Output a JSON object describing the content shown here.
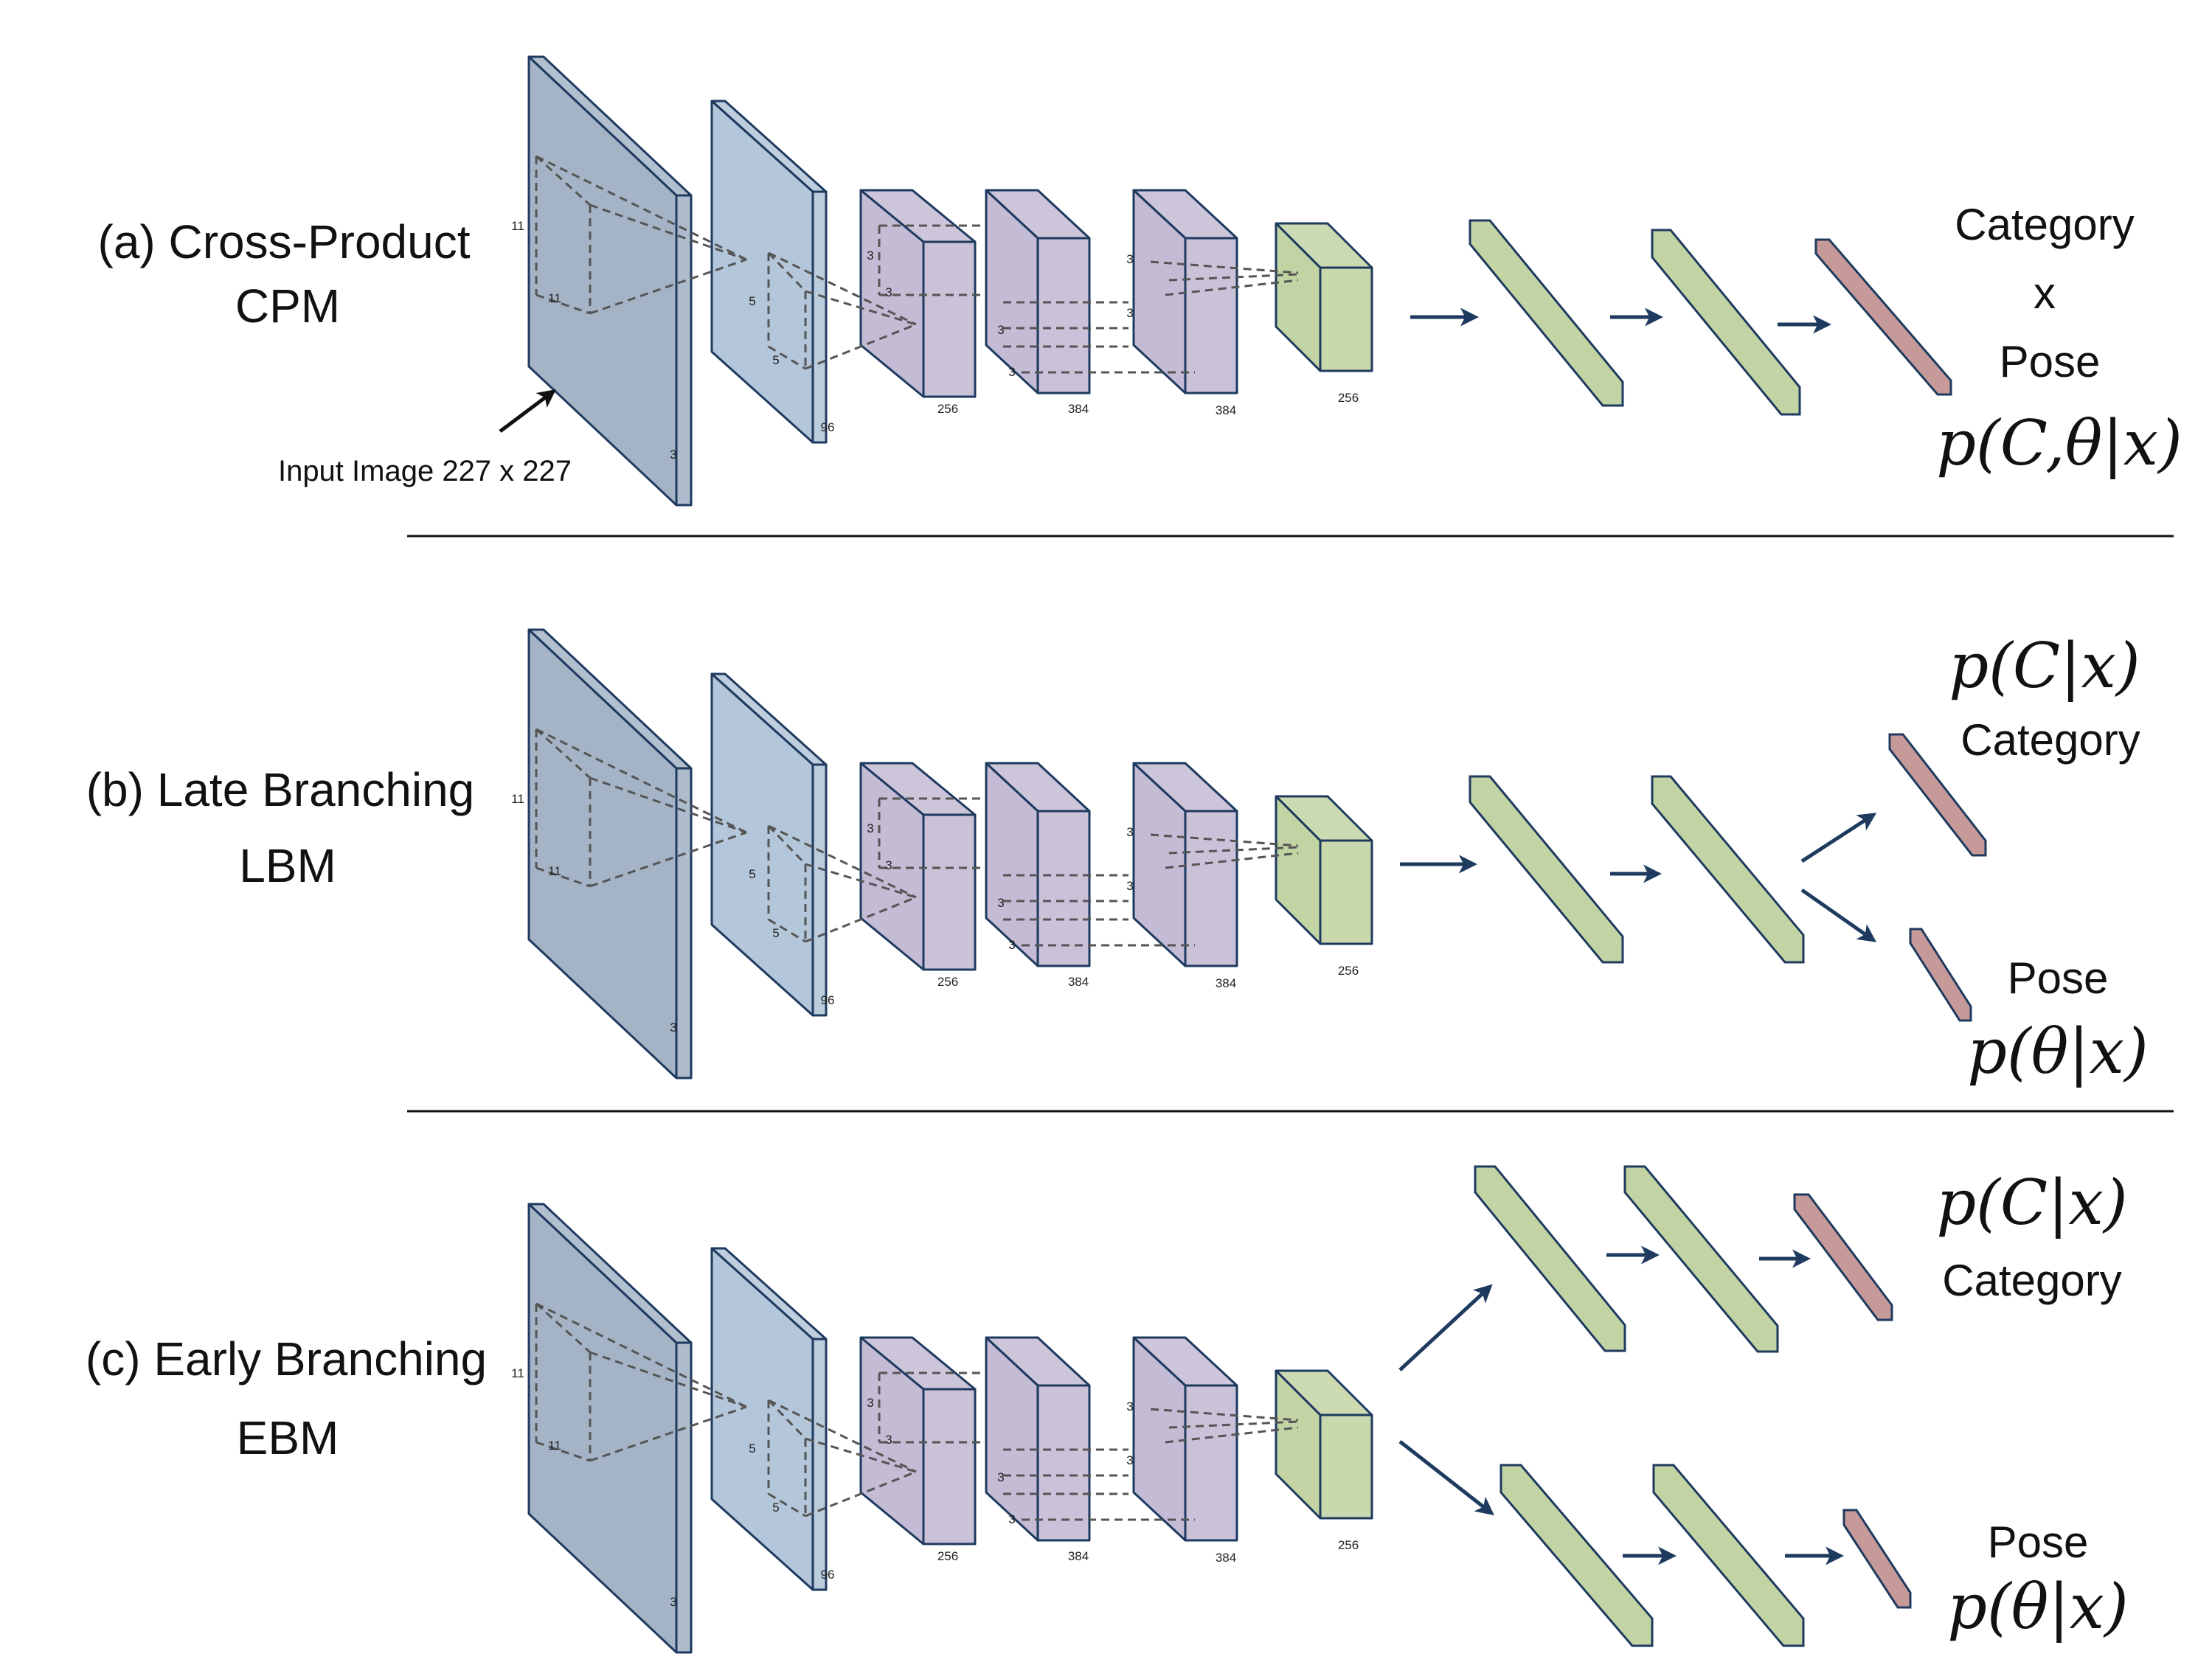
{
  "diagram": {
    "input_caption": "Input Image 227 x 227",
    "layer_dims": {
      "conv1_kernel": "11",
      "conv1_depth": "3",
      "conv2_kernel": "5",
      "conv2_depth": "96",
      "conv3_kernel": "3",
      "conv3_depth": "256",
      "conv4_kernel": "3",
      "conv4_depth": "384",
      "conv5_kernel": "3",
      "conv5_depth": "384",
      "pool_depth": "256"
    },
    "colors": {
      "conv1": "#a4b4c6",
      "conv2": "#b4c6d9",
      "purple": "#c4bbd4",
      "green": "#c3d4a4",
      "output": "#c79a9a",
      "outline": "#1e3a5f",
      "arrow": "#1e3a5f"
    },
    "rows": [
      {
        "id": "cpm",
        "title": "(a) Cross-Product",
        "abbr": "CPM",
        "outputs": {
          "line1": "Category",
          "line2": "x",
          "line3": "Pose",
          "formula": "p(C,θ|x)"
        }
      },
      {
        "id": "lbm",
        "title": "(b) Late Branching",
        "abbr": "LBM",
        "outputs": {
          "category_formula": "p(C|x)",
          "category_label": "Category",
          "pose_label": "Pose",
          "pose_formula": "p(θ|x)"
        }
      },
      {
        "id": "ebm",
        "title": "(c) Early Branching",
        "abbr": "EBM",
        "outputs": {
          "category_formula": "p(C|x)",
          "category_label": "Category",
          "pose_label": "Pose",
          "pose_formula": "p(θ|x)"
        }
      }
    ]
  }
}
